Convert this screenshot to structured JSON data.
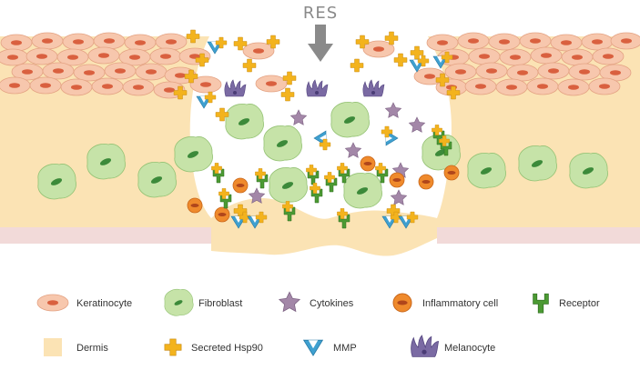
{
  "stimulus_label": "RES",
  "legend": [
    {
      "key": "keratinocyte",
      "label": "Keratinocyte"
    },
    {
      "key": "fibroblast",
      "label": "Fibroblast"
    },
    {
      "key": "cytokines",
      "label": "Cytokines"
    },
    {
      "key": "inflammatory",
      "label": "Inflammatory cell"
    },
    {
      "key": "receptor",
      "label": "Receptor"
    },
    {
      "key": "dermis",
      "label": "Dermis"
    },
    {
      "key": "hsp90",
      "label": "Secreted Hsp90"
    },
    {
      "key": "mmp",
      "label": "MMP"
    },
    {
      "key": "melanocyte",
      "label": "Melanocyte"
    }
  ],
  "colors": {
    "dermis": "#fbe3b4",
    "keratinocyte_fill": "#f7c7ad",
    "keratinocyte_nucleus": "#d9603f",
    "fibroblast_fill": "#c6e3a8",
    "fibroblast_nucleus": "#3c8a3a",
    "cytokine": "#a387a8",
    "inflammatory_fill": "#ef8a2c",
    "hsp90": "#f3b31d",
    "mmp": "#3fa0d0",
    "receptor": "#4b9a33",
    "melanocyte": "#7a6aa3",
    "basement": "#f2dad9"
  }
}
